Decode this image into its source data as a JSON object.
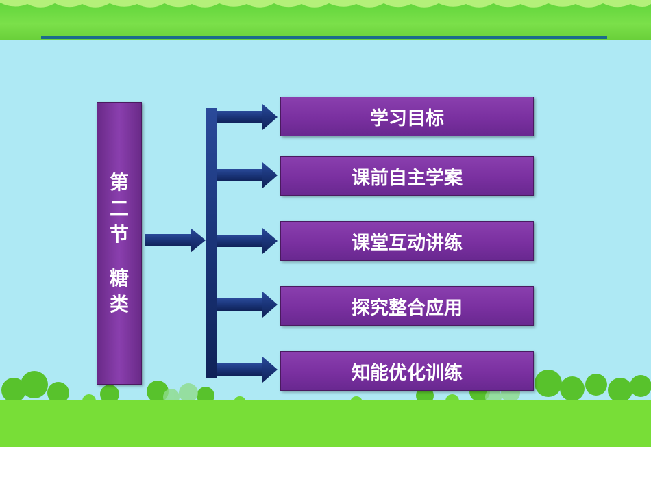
{
  "section": {
    "title_lines": [
      "第",
      "二",
      "节",
      "糖",
      "类"
    ]
  },
  "menu": {
    "items": [
      {
        "label": "学习目标"
      },
      {
        "label": "课前自主学案"
      },
      {
        "label": "课堂互动讲练"
      },
      {
        "label": "探究整合应用"
      },
      {
        "label": "知能优化训练"
      }
    ]
  },
  "colors": {
    "background": "#aee9f4",
    "box_purple": "#7a30a0",
    "arrow_navy": "#152f6e",
    "band_green": "#78de37"
  }
}
